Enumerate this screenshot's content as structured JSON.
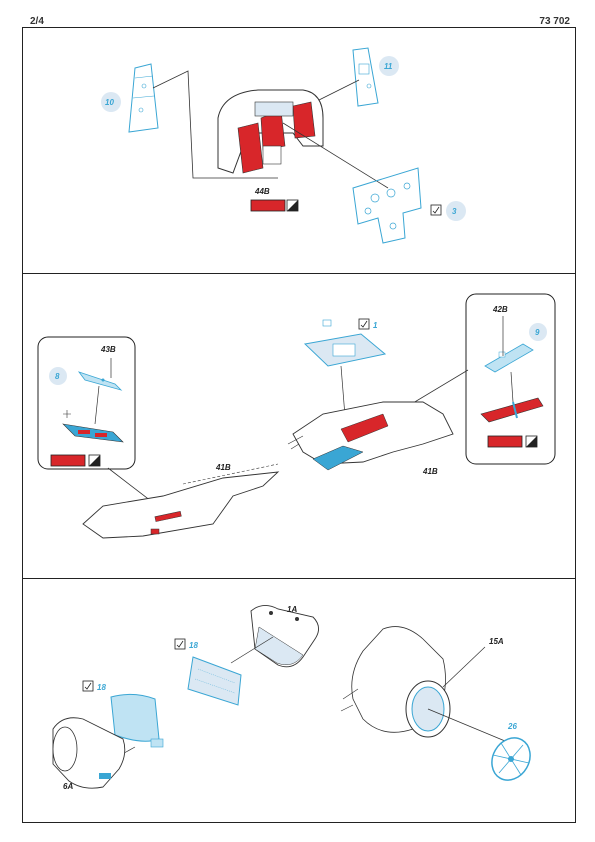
{
  "header": {
    "page": "2/4",
    "code": "73 702"
  },
  "colors": {
    "pe_blue": "#3aa6d4",
    "paint_red": "#d8262a",
    "bubble": "#dbe8f3",
    "line": "#333333"
  },
  "section1": {
    "part_10": "10",
    "part_11": "11",
    "part_3": "3",
    "ref_44b": "44B"
  },
  "section2": {
    "ref_43b": "43B",
    "part_8": "8",
    "ref_41b_left": "41B",
    "part_1": "1",
    "ref_42b": "42B",
    "part_9": "9",
    "ref_41b_right": "41B"
  },
  "section3": {
    "ref_1a": "1A",
    "part_18_top": "18",
    "part_18_bottom": "18",
    "ref_6a": "6A",
    "ref_15a": "15A",
    "part_26": "26"
  }
}
